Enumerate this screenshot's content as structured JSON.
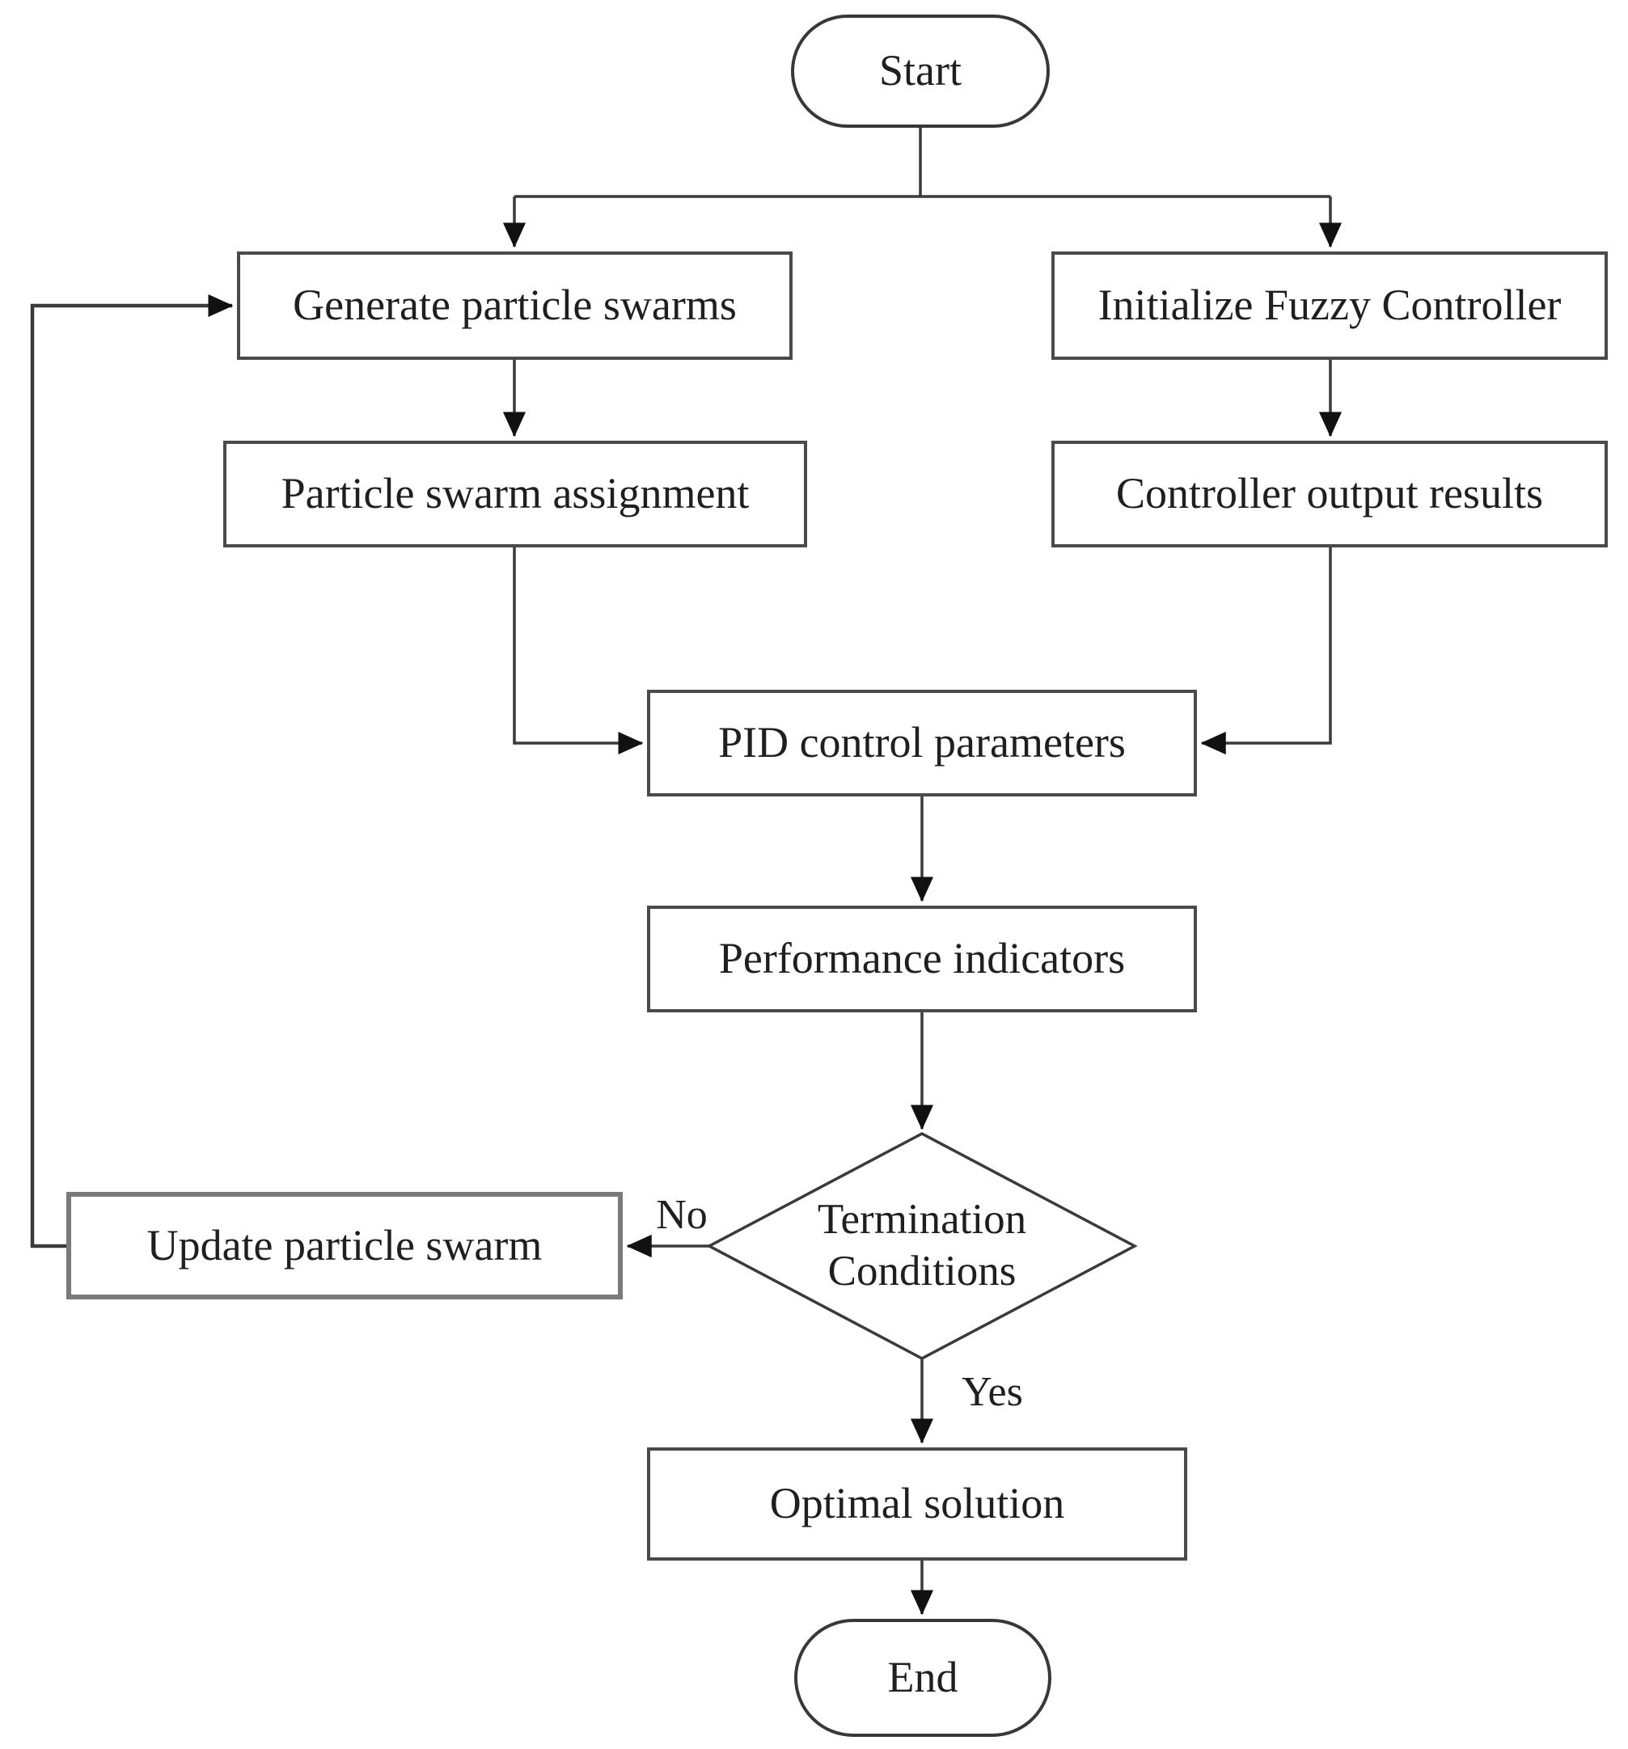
{
  "nodes": {
    "start": {
      "type": "terminator",
      "label": "Start"
    },
    "generate": {
      "type": "process",
      "label": "Generate particle swarms"
    },
    "initialize": {
      "type": "process",
      "label": "Initialize Fuzzy Controller"
    },
    "assignment": {
      "type": "process",
      "label": "Particle swarm assignment"
    },
    "output": {
      "type": "process",
      "label": "Controller output results"
    },
    "pid": {
      "type": "process",
      "label": "PID control parameters"
    },
    "performance": {
      "type": "process",
      "label": "Performance indicators"
    },
    "termination": {
      "type": "decision",
      "label_line1": "Termination",
      "label_line2": "Conditions"
    },
    "update": {
      "type": "process",
      "label": "Update particle swarm"
    },
    "optimal": {
      "type": "process",
      "label": "Optimal solution"
    },
    "end": {
      "type": "terminator",
      "label": "End"
    }
  },
  "edge_labels": {
    "no": "No",
    "yes": "Yes"
  },
  "colors": {
    "background": "#ffffff",
    "line": "#3a3a3a",
    "arrowhead": "#111111",
    "box_border": "#4a4a4a",
    "text": "#1f1f1f"
  }
}
